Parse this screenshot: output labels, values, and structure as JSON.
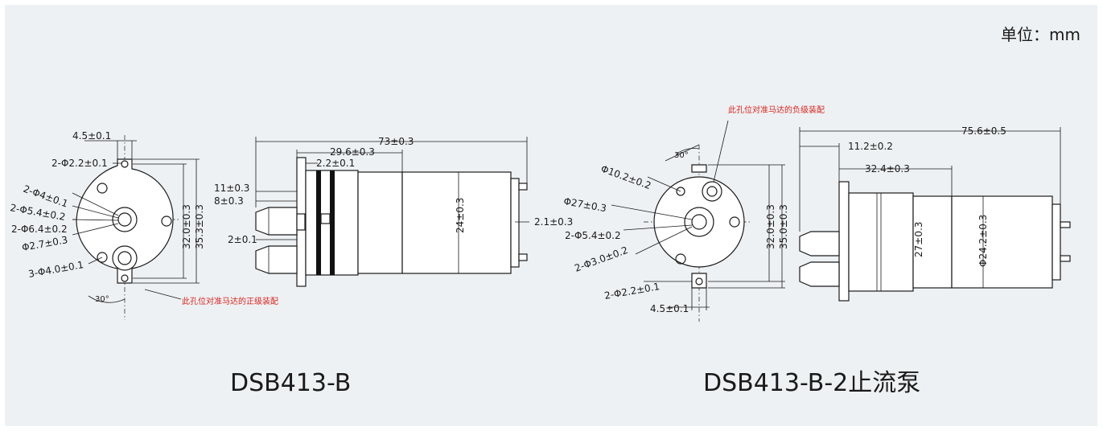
{
  "unit_label": "单位：mm",
  "models": {
    "left": "DSB413-B",
    "right": "DSB413-B-2止流泵"
  },
  "notes": {
    "left": "此孔位对准马达的正级装配",
    "right": "此孔位对准马达的负级装配"
  },
  "left_front": {
    "top_width": "4.5±0.1",
    "hole_2_22": "2-Φ2.2±0.1",
    "d4": "2-Φ4±0.1",
    "d54": "2-Φ5.4±0.2",
    "d64": "2-Φ6.4±0.2",
    "d27": "Φ2.7±0.3",
    "d40": "3-Φ4.0±0.1",
    "angle": "30°",
    "h32": "32.0±0.3",
    "h353": "35.3±0.3"
  },
  "left_side": {
    "total": "73±0.3",
    "head": "29.6±0.3",
    "plate": "2.2±0.1",
    "n11": "11±0.3",
    "n8": "8±0.3",
    "n2": "2±0.1",
    "d24": "24±0.3",
    "term": "2.1±0.3"
  },
  "right_front": {
    "angle": "30°",
    "d102": "Φ10.2±0.2",
    "d27": "Φ27±0.3",
    "d54": "2-Φ5.4±0.2",
    "d30": "2-Φ3.0±0.2",
    "d22": "2-Φ2.2±0.1",
    "w45": "4.5±0.1",
    "h32": "32.0±0.3",
    "h35": "35.0±0.3"
  },
  "right_side": {
    "total": "75.6±0.5",
    "n112": "11.2±0.2",
    "n324": "32.4±0.3",
    "d27": "27±0.3",
    "d242": "Φ24.2±0.3"
  }
}
